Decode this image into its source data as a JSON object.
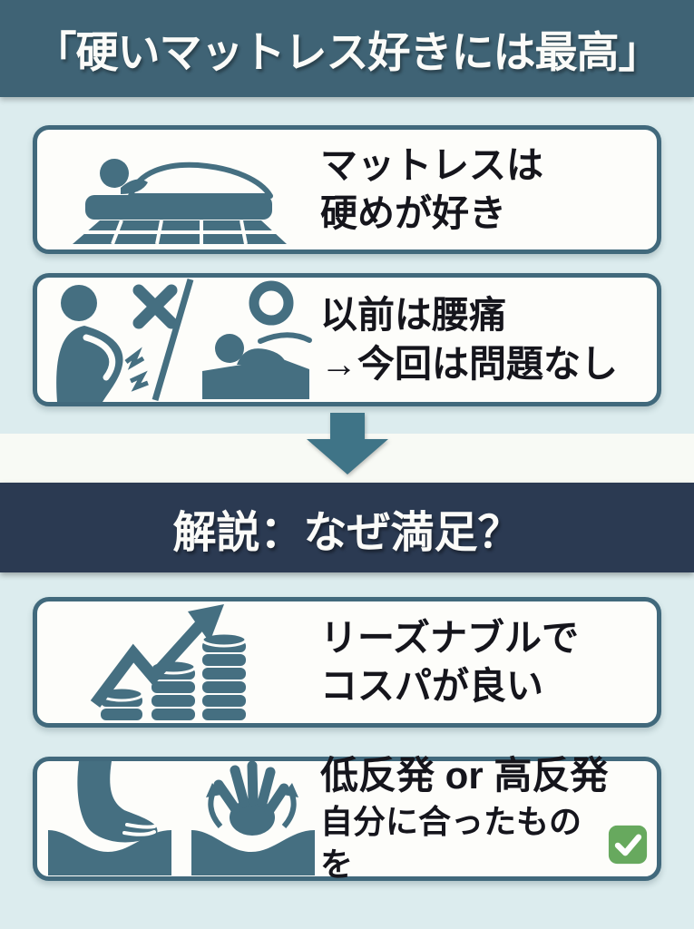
{
  "header": {
    "title": "「硬いマットレス好きには最高」"
  },
  "divider": {
    "title": "解説：なぜ満足？",
    "arrow_icon": "down-arrow-icon"
  },
  "cards": [
    {
      "icon": "sleeping-on-firm-mattress-icon",
      "lines": [
        "マットレスは",
        "硬めが好き"
      ]
    },
    {
      "icon": "back-pain-vs-no-pain-icon",
      "lines": [
        "以前は腰痛",
        "→今回は問題なし"
      ]
    },
    {
      "icon": "rising-coin-stacks-icon",
      "lines": [
        "リーズナブルで",
        "コスパが良い"
      ]
    },
    {
      "icon": "low-vs-high-resilience-icon",
      "lines": [
        "低反発 or 高反発",
        "自分に合ったものを"
      ],
      "check_icon": "check-icon"
    }
  ],
  "colors": {
    "header_bg": "#3f6375",
    "page_bg": "#dcecee",
    "white_band_bg": "#f8faf5",
    "navy_band_bg": "#2b3a52",
    "card_border": "#41697c",
    "icon_teal": "#456f81",
    "text_dark": "#15151c",
    "check_green": "#67a95e"
  }
}
